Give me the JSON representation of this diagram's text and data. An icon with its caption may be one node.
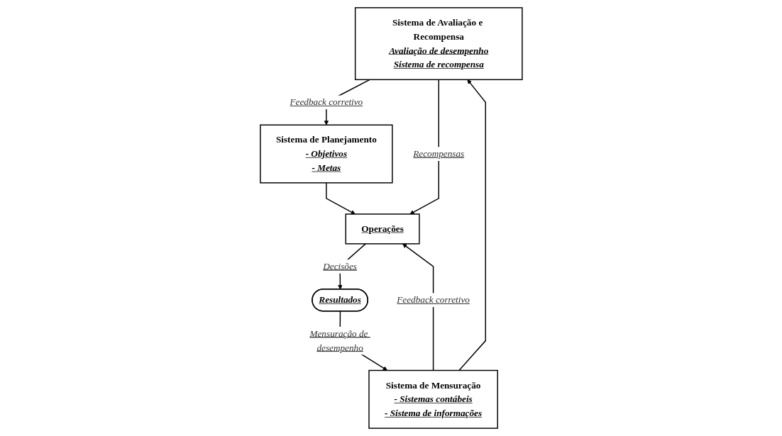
{
  "diagram": {
    "nodes": [
      {
        "text": [
          "Sistema de Avaliação e Recompensa",
          "Avaliação de desempenho",
          "Sistema de recompensa"
        ]
      },
      {
        "text": [
          "Sistema de Planejamento",
          "- Objetivos",
          "- Metas"
        ]
      },
      {
        "text": [
          "Operações"
        ]
      },
      {
        "text": [
          "Resultados"
        ]
      },
      {
        "text": [
          "Sistema de Mensuração",
          "- Sistemas contábeis",
          "- Sistema de informações"
        ]
      }
    ],
    "edges": [
      {
        "from": 0,
        "to": 1,
        "arrow": "to",
        "label": "Feedback corretivo"
      },
      {
        "from": 4,
        "to": 0,
        "arrow": "to"
      },
      {
        "from": 0,
        "to": 2,
        "arrow": "to",
        "label": "Recompensas"
      },
      {
        "from": 1,
        "to": 2,
        "arrow": "to"
      },
      {
        "from": 2,
        "to": 3,
        "arrow": "to",
        "label": "Decisões"
      },
      {
        "from": 4,
        "to": 2,
        "arrow": "to",
        "label": "Feedback corretivo"
      },
      {
        "from": 3,
        "to": 4,
        "arrow": "to",
        "label": "Mensuração de desempenho"
      }
    ]
  }
}
